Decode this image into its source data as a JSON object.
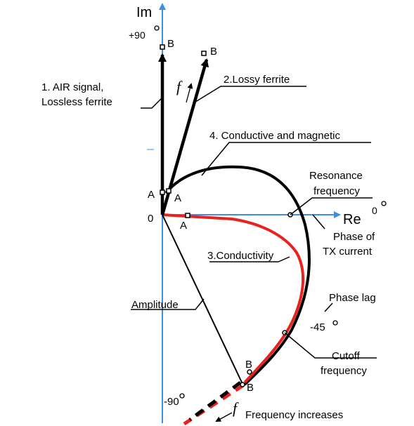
{
  "axes": {
    "im_label": "Im",
    "re_label": "Re",
    "plus90": "+90",
    "minus90": "-90",
    "zero_deg": "0",
    "origin": "0",
    "axis_color": "#3d8fe0"
  },
  "points": {
    "a_air": "A",
    "a_ferrite": "A",
    "a_cond": "A",
    "b_air": "B",
    "b_ferrite": "B",
    "b_upper": "B",
    "b_lower": "B"
  },
  "labels": {
    "air_line1": "1. AIR signal,",
    "air_line2": "Lossless ferrite",
    "lossy_ferrite": "2.Lossy ferrite",
    "cond_magnetic": "4. Conductive and magnetic",
    "resonance_line1": "Resonance",
    "resonance_line2": "frequency",
    "phase_tx_line1": "Phase of",
    "phase_tx_line2": "TX current",
    "conductivity": "3.Conductivity",
    "amplitude": "Amplitude",
    "phase_lag": "Phase lag",
    "minus45": "-45",
    "cutoff_line1": "Cutoff",
    "cutoff_line2": "frequency",
    "freq_symbol_top": "f",
    "freq_symbol_bottom": "f",
    "freq_increases": "Frequency increases"
  },
  "colors": {
    "conductivity_curve": "#e8221f",
    "magnetic_curve": "#000000",
    "background": "#ffffff"
  }
}
